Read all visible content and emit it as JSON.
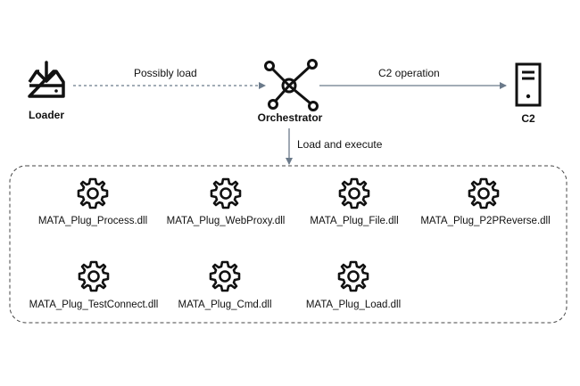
{
  "nodes": {
    "loader": {
      "label": "Loader",
      "icon": "download-tray-icon"
    },
    "orchestrator": {
      "label": "Orchestrator",
      "icon": "network-hub-icon"
    },
    "c2": {
      "label": "C2",
      "icon": "server-icon"
    }
  },
  "edges": {
    "loader_to_orchestrator": "Possibly load",
    "orchestrator_to_c2": "C2 operation",
    "orchestrator_to_plugins": "Load and execute"
  },
  "plugins": [
    {
      "label": "MATA_Plug_Process.dll",
      "icon": "gear-icon"
    },
    {
      "label": "MATA_Plug_WebProxy.dll",
      "icon": "gear-icon"
    },
    {
      "label": "MATA_Plug_File.dll",
      "icon": "gear-icon"
    },
    {
      "label": "MATA_Plug_P2PReverse.dll",
      "icon": "gear-icon"
    },
    {
      "label": "MATA_Plug_TestConnect.dll",
      "icon": "gear-icon"
    },
    {
      "label": "MATA_Plug_Cmd.dll",
      "icon": "gear-icon"
    },
    {
      "label": "MATA_Plug_Load.dll",
      "icon": "gear-icon"
    }
  ]
}
